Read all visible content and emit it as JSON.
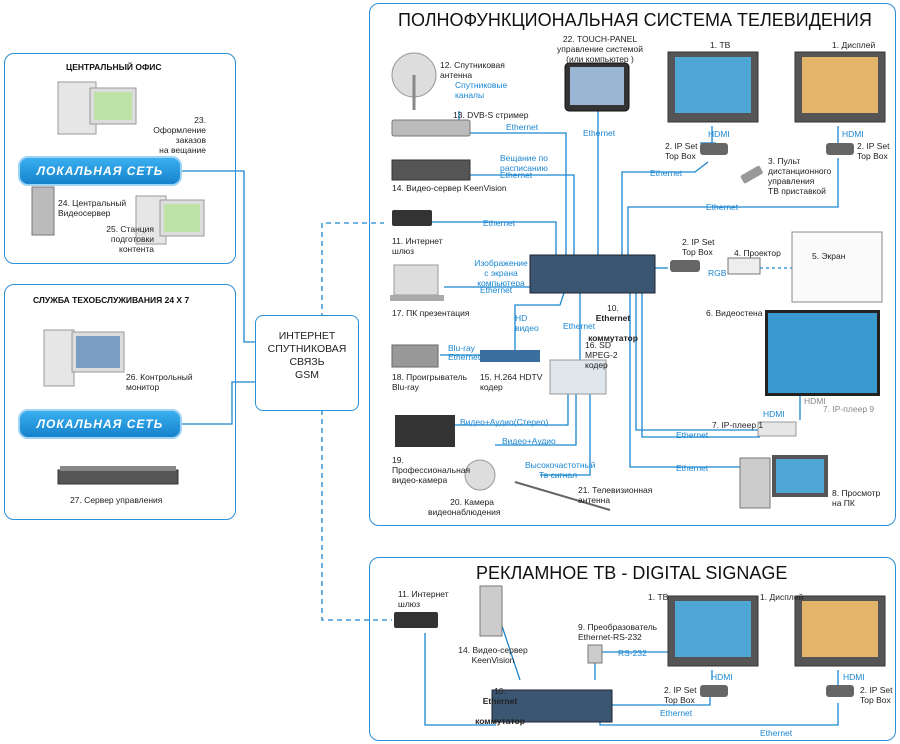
{
  "panels": {
    "central_office": {
      "title": "ЦЕНТРАЛЬНЫЙ ОФИС"
    },
    "maintenance": {
      "title": "СЛУЖБА ТЕХОБСЛУЖИВАНИЯ 24 Х 7"
    },
    "full_tv": {
      "title": "ПОЛНОФУНКЦИОНАЛЬНАЯ СИСТЕМА ТЕЛЕВИДЕНИЯ"
    },
    "signage": {
      "title": "РЕКЛАМНОЕ ТВ - DIGITAL SIGNAGE"
    }
  },
  "lan_label": "ЛОКАЛЬНАЯ СЕТЬ",
  "internet": {
    "line1": "ИНТЕРНЕТ",
    "line2": "СПУТНИКОВАЯ",
    "line3": "СВЯЗЬ",
    "line4": "GSM"
  },
  "labels": {
    "l23": "23. Оформление\nзаказов\nна вещание",
    "l24": "24. Центральный\nВидеосервер",
    "l25": "25. Станция\nподготовки\nконтента",
    "l26": "26. Контрольный\nмонитор",
    "l27": "27. Сервер управления",
    "l12": "12. Спутниковая\nантенна",
    "l12b": "Спутниковые\nканалы",
    "l13": "13. DVB-S стример",
    "l13e": "Ethernet",
    "l22": "22. TOUCH-PANEL\nуправление системой\n(или компьютер )",
    "l22e": "Ethernet",
    "l14": "14. Видео-сервер KeenVision",
    "l14b": "Вещание по\nрасписанию",
    "l14e": "Ethernet",
    "l11": "11. Интернет\nшлюз",
    "l11e": "Ethernet",
    "l17": "17. ПК презентация",
    "l17b": "Изображение\nс экрана\nкомпьютера",
    "l17e": "Ethernet",
    "l10a": "10.",
    "l10b": "Ethernet",
    "l10c": "коммутатор",
    "l18": "18. Проигрыватель\nBlu-ray",
    "l18b": "Blu-ray",
    "l18e": "Ethernet",
    "l15": "15. H.264 HDTV\nкодер",
    "l15b": "HD\nвидео",
    "l16": "16. SD\nMPEG-2\nкодер",
    "l16e": "Ethernet",
    "l19": "19.\nПрофессиональная\nвидео-камера",
    "l19b": "Видео+Аудио(Стерео)",
    "l20b": "Видео+Аудио",
    "l20": "20. Камера\nвидеонаблюдения",
    "l21b": "Высокочастотный\nТв сигнал",
    "l21": "21. Телевизионная\nантенна",
    "tv1": "1. ТВ",
    "disp1": "1. Дисплей",
    "hdmi": "HDMI",
    "l2a": "2. IP Set\nTop Box",
    "l2b": "2. IP Set\nTop Box",
    "l3": "3. Пульт\nдистанционного\nуправления\nТВ приставкой",
    "eth_a": "Ethernet",
    "eth_b": "Ethernet",
    "l2c": "2. IP Set\nTop Box",
    "rgb": "RGB",
    "l4": "4. Проектор",
    "l5": "5. Экран",
    "l6": "6. Видеостена",
    "l7": "7. IP-плеер 1",
    "l7b": "7. IP-плеер 9",
    "hdmi2": "HDMI",
    "hdmi3": "HDMI",
    "eth_c": "Ethernet",
    "eth_d": "Ethernet",
    "l8": "8. Просмотр\nна ПК",
    "s11": "11. Интернет\nшлюз",
    "s14": "14. Видео-сервер\nKeenVision",
    "s10a": "10.",
    "s10b": "Ethernet",
    "s10c": "коммутатор",
    "s9": "9. Преобразователь\nEthernet-RS-232",
    "rs232": "RS-232",
    "stv": "1. ТВ",
    "sdisp": "1. Дисплей",
    "shdmi1": "HDMI",
    "shdmi2": "HDMI",
    "s2a": "2. IP Set\nTop Box",
    "s2b": "2. IP Set\nTop Box",
    "seth1": "Ethernet",
    "seth2": "Ethernet"
  },
  "colors": {
    "accent": "#2a8fd6",
    "lan": "#1f95e0",
    "line": "#1a86d1"
  }
}
